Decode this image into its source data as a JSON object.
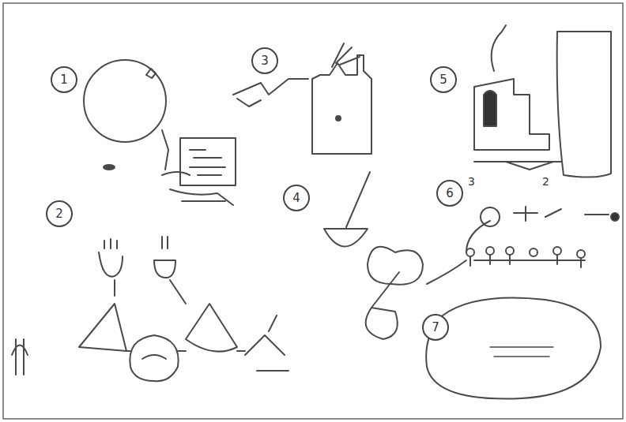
{
  "diagram": {
    "labels": [
      "1",
      "3",
      "5",
      "2",
      "4",
      "6",
      "7",
      "3",
      "2"
    ]
  }
}
